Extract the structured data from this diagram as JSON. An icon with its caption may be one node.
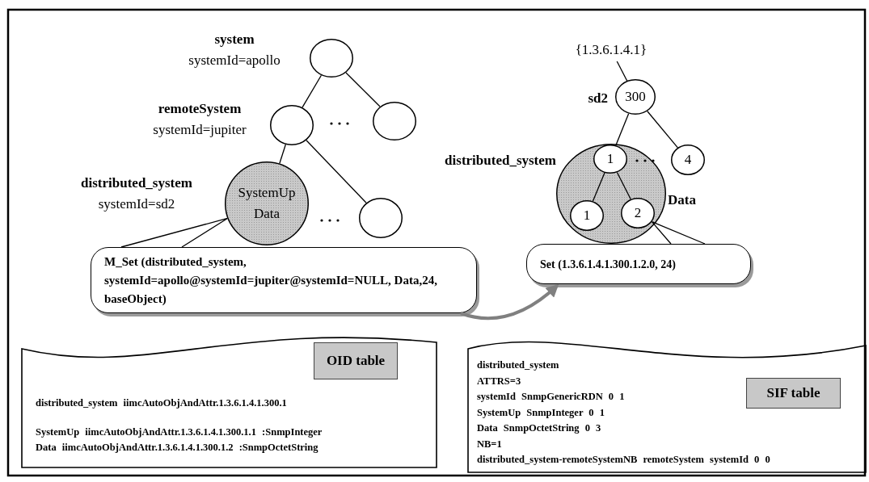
{
  "diagram": {
    "nodes": [
      {
        "text": [],
        "shape": "circle",
        "beside": [
          "system",
          "systemId=apollo"
        ]
      },
      {
        "text": [],
        "shape": "circle",
        "beside": [
          "remoteSystem",
          "systemId=jupiter"
        ]
      },
      {
        "text": [],
        "shape": "circle"
      },
      {
        "text": [
          "SystemUp",
          "Data"
        ],
        "beside": [
          "distributed_system",
          "systemId=sd2"
        ]
      },
      {
        "text": [],
        "shape": "circle"
      },
      {
        "text": [
          "M_Set (distributed_system, systemId=apollo@systemId=jupiter@systemId=NULL, Data,24, baseObject)"
        ]
      },
      {
        "text": [
          "{1.3.6.1.4.1}"
        ]
      },
      {
        "text": [
          "300"
        ],
        "beside": [
          "sd2"
        ]
      },
      {
        "text": [],
        "shape": "circle"
      },
      {
        "text": [
          "1"
        ],
        "in": 8,
        "beside": [
          "distributed_system"
        ]
      },
      {
        "text": [
          "4"
        ]
      },
      {
        "text": [
          "1"
        ],
        "in": 8
      },
      {
        "text": [
          "2"
        ],
        "in": 8,
        "beside": [
          "Data"
        ]
      },
      {
        "text": [
          "Set (1.3.6.1.4.1.300.1.2.0, 24)"
        ]
      },
      {
        "text": [
          "distributed_system iimcAutoObjAndAttr.1.3.6.1.4.1.300.1",
          "SystemUp iimcAutoObjAndAttr.1.3.6.1.4.1.300.1.1 :SnmpInteger",
          "Data iimcAutoObjAndAttr.1.3.6.1.4.1.300.1.2 :SnmpOctetString"
        ]
      },
      {
        "text": [
          "OID table"
        ],
        "in": 14
      },
      {
        "text": [
          "distributed_system",
          "ATTRS=3",
          "systemId SnmpGenericRDN 0 1",
          "SystemUp SnmpInteger 0 1",
          "Data SnmpOctetString 0 3",
          "NB=1",
          "distributed_system-remoteSystemNB remoteSystem systemId 0 0"
        ]
      },
      {
        "text": [
          "SIF table"
        ],
        "in": 16
      }
    ],
    "edges": [
      {
        "from": 0,
        "to": 1,
        "arrow": "none"
      },
      {
        "from": 0,
        "to": 2,
        "arrow": "none"
      },
      {
        "from": 1,
        "to": 3,
        "arrow": "none"
      },
      {
        "from": 1,
        "to": 4,
        "arrow": "none"
      },
      {
        "from": 5,
        "to": 3,
        "arrow": "none"
      },
      {
        "from": 6,
        "to": 7,
        "arrow": "none"
      },
      {
        "from": 7,
        "to": 9,
        "arrow": "none"
      },
      {
        "from": 7,
        "to": 10,
        "arrow": "none"
      },
      {
        "from": 9,
        "to": 11,
        "arrow": "none"
      },
      {
        "from": 9,
        "to": 12,
        "arrow": "none"
      },
      {
        "from": 13,
        "to": 12,
        "arrow": "none"
      },
      {
        "from": 5,
        "to": 13,
        "arrow": "to",
        "style": "thick",
        "color": "#808080"
      }
    ]
  }
}
